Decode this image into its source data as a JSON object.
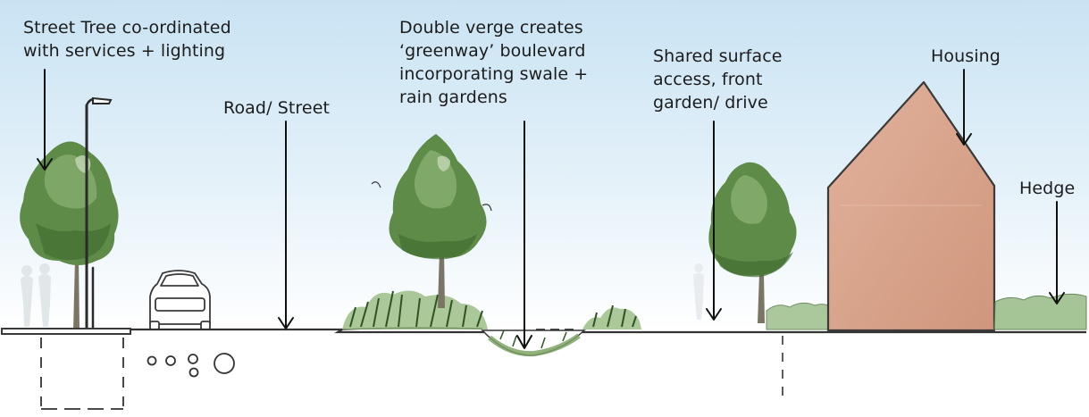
{
  "labels": {
    "street_tree": "Street Tree co-ordinated\nwith services + lighting",
    "road": "Road/ Street",
    "verge": "Double verge creates\n‘greenway’ boulevard\nincorporating swale +\nrain gardens",
    "shared_surface": "Shared surface\naccess, front\ngarden/ drive",
    "housing": "Housing",
    "hedge": "Hedge"
  },
  "colors": {
    "sky_top": "#c9e3f3",
    "sky_bottom": "#ffffff",
    "tree_dark": "#4f7f3c",
    "tree_mid": "#6e9a55",
    "tree_light": "#a9c59a",
    "house": "#d9a48c",
    "hedge": "#9dbf8c",
    "ink": "#1c1c1c"
  }
}
